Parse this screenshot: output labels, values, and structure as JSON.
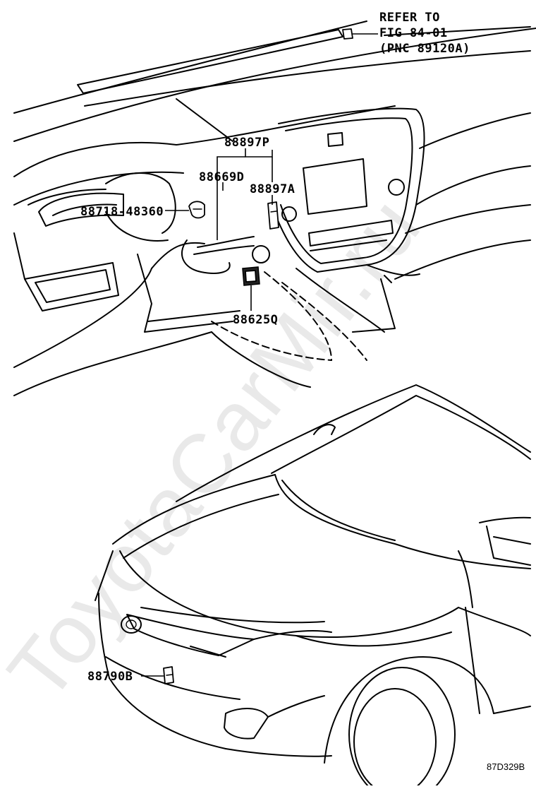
{
  "watermark": "ToyotaCarMir.ru",
  "reference": {
    "line1": "REFER TO",
    "line2": "FIG 84-01",
    "line3": "(PNC 89120A)"
  },
  "parts": {
    "p88897P": "88897P",
    "p88669D": "88669D",
    "p88897A": "88897A",
    "p88718": "88718-48360",
    "p88625Q": "88625Q",
    "p88790B": "88790B"
  },
  "diagram_code": "87D329B"
}
